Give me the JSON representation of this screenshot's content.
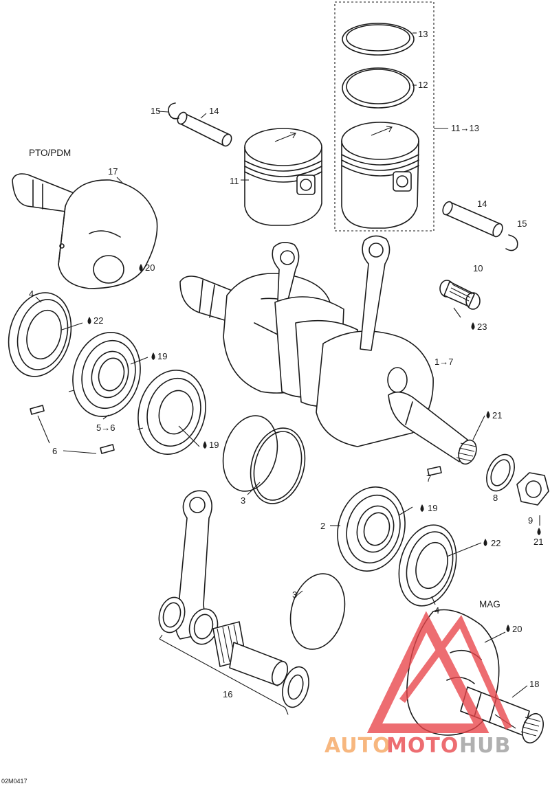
{
  "labels": {
    "pto": "PTO/PDM",
    "mag": "MAG",
    "l17": "17",
    "l20a": "20",
    "l4a": "4",
    "l22a": "22",
    "l19a": "19",
    "l5to6": "5→6",
    "l6": "6",
    "l19b": "19",
    "l15a": "15",
    "l14a": "14",
    "l11": "11",
    "l13": "13",
    "l12": "12",
    "l11to13": "11→13",
    "l14b": "14",
    "l15b": "15",
    "l10": "10",
    "l23": "23",
    "l1to7": "1→7",
    "l21a": "21",
    "l7": "7",
    "l8": "8",
    "l9": "9",
    "l21b": "21",
    "l3a": "3",
    "l19c": "19",
    "l2": "2",
    "l22b": "22",
    "l3b": "3",
    "l4b": "4",
    "l20b": "20",
    "l18": "18",
    "l16": "16"
  },
  "image_code": "02M0417",
  "watermark": {
    "part1": "AUTO",
    "part2": "MOTO",
    "part3": "HUB",
    "colors": {
      "orange": "#f5a35c",
      "red": "#e8454a",
      "gray": "#9a9a9a"
    }
  }
}
